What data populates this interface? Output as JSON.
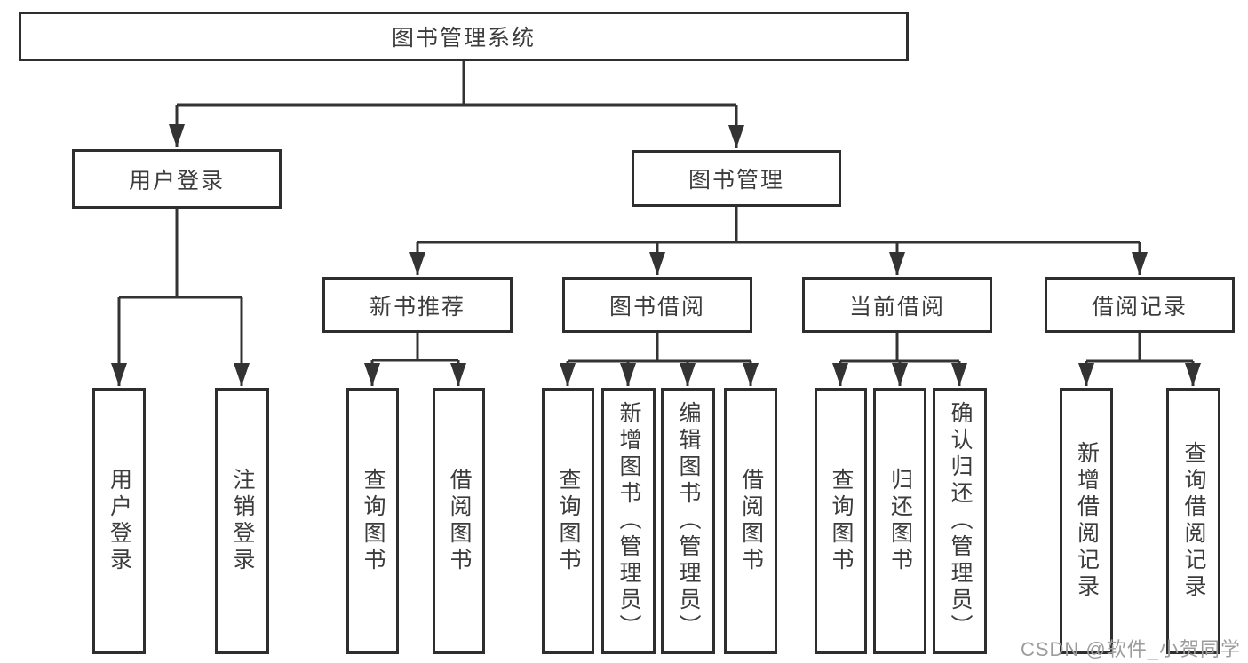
{
  "diagram": {
    "root": {
      "label": "图书管理系统"
    },
    "level2": [
      {
        "label": "用户登录"
      },
      {
        "label": "图书管理"
      }
    ],
    "level3": [
      {
        "label": "新书推荐"
      },
      {
        "label": "图书借阅"
      },
      {
        "label": "当前借阅"
      },
      {
        "label": "借阅记录"
      }
    ],
    "leaves": [
      {
        "label": "用户登录"
      },
      {
        "label": "注销登录"
      },
      {
        "label": "查询图书"
      },
      {
        "label": "借阅图书"
      },
      {
        "label": "查询图书"
      },
      {
        "label": "新增图书（管理员）"
      },
      {
        "label": "编辑图书（管理员）"
      },
      {
        "label": "借阅图书"
      },
      {
        "label": "查询图书"
      },
      {
        "label": "归还图书"
      },
      {
        "label": "确认归还（管理员）"
      },
      {
        "label": "新增借阅记录"
      },
      {
        "label": "查询借阅记录"
      }
    ]
  },
  "watermark": {
    "text": "CSDN @软件_小贺同学"
  },
  "colors": {
    "line": "#333333",
    "border": "#2e2e2e",
    "text": "#3c3c3c",
    "background": "#ffffff",
    "watermark": "#9c9c9c"
  }
}
